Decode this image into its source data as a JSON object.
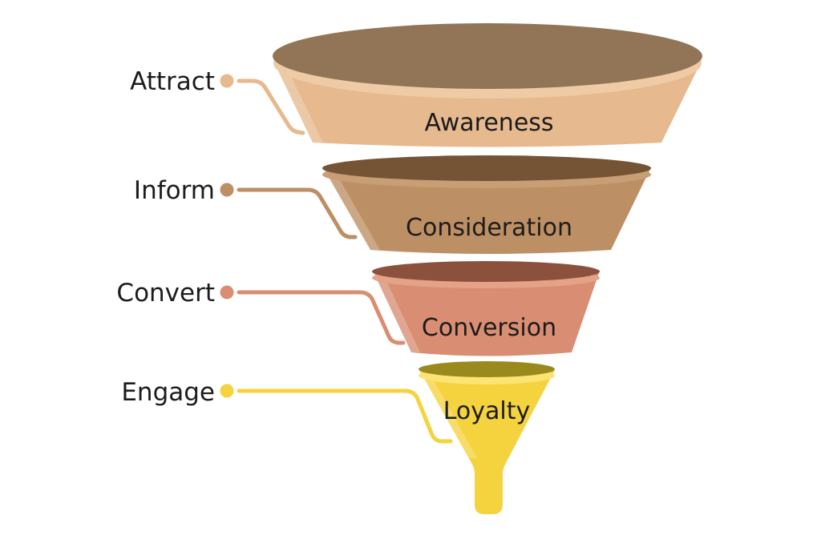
{
  "diagram": {
    "type": "funnel",
    "background": "#FFFFFF",
    "text_color": "#1C1C1C",
    "stages": [
      {
        "label": "Awareness",
        "action": "Attract",
        "body_color": "#E6B98E",
        "top_color": "#927557",
        "rim_color": "#EECBA5"
      },
      {
        "label": "Consideration",
        "action": "Inform",
        "body_color": "#BD8F64",
        "top_color": "#755435",
        "rim_color": "#C89E74"
      },
      {
        "label": "Conversion",
        "action": "Convert",
        "body_color": "#D98E73",
        "top_color": "#8B513D",
        "rim_color": "#E4A287"
      },
      {
        "label": "Loyalty",
        "action": "Engage",
        "body_color": "#F5D33F",
        "top_color": "#9A8A1E",
        "rim_color": "#FBE473"
      }
    ]
  }
}
